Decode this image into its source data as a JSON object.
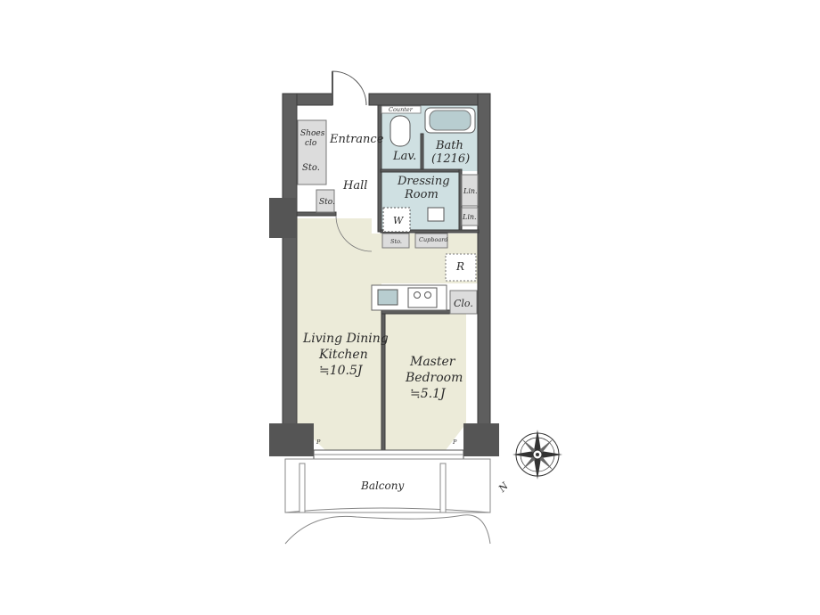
{
  "rooms": {
    "entrance": "Entrance",
    "hall": "Hall",
    "shoes_clo": [
      "Shoes",
      "clo"
    ],
    "shoes_sto": "Sto.",
    "hall_sto": "Sto.",
    "lav": "Lav.",
    "bath": [
      "Bath",
      "(1216)"
    ],
    "dressing": [
      "Dressing",
      "Room"
    ],
    "lin1": "Lin.",
    "lin2": "Lin.",
    "washer": "W",
    "counter": "Counter",
    "sto_small": "Sto.",
    "cupboard": "Cupboard",
    "fridge": "R",
    "closet": "Clo.",
    "ldk": [
      "Living Dining",
      "Kitchen",
      "≒10.5J"
    ],
    "bedroom": [
      "Master",
      "Bedroom",
      "≒5.1J"
    ],
    "balcony": "Balcony",
    "pipe_left": "P",
    "pipe_right": "P",
    "compass_n": "N"
  },
  "colors": {
    "wall": "#5e5e5e",
    "ldk_floor": "#ecebd9",
    "wet_floor": "#cfe0e2",
    "service_floor": "#dcdcdc",
    "background": "#ffffff"
  }
}
